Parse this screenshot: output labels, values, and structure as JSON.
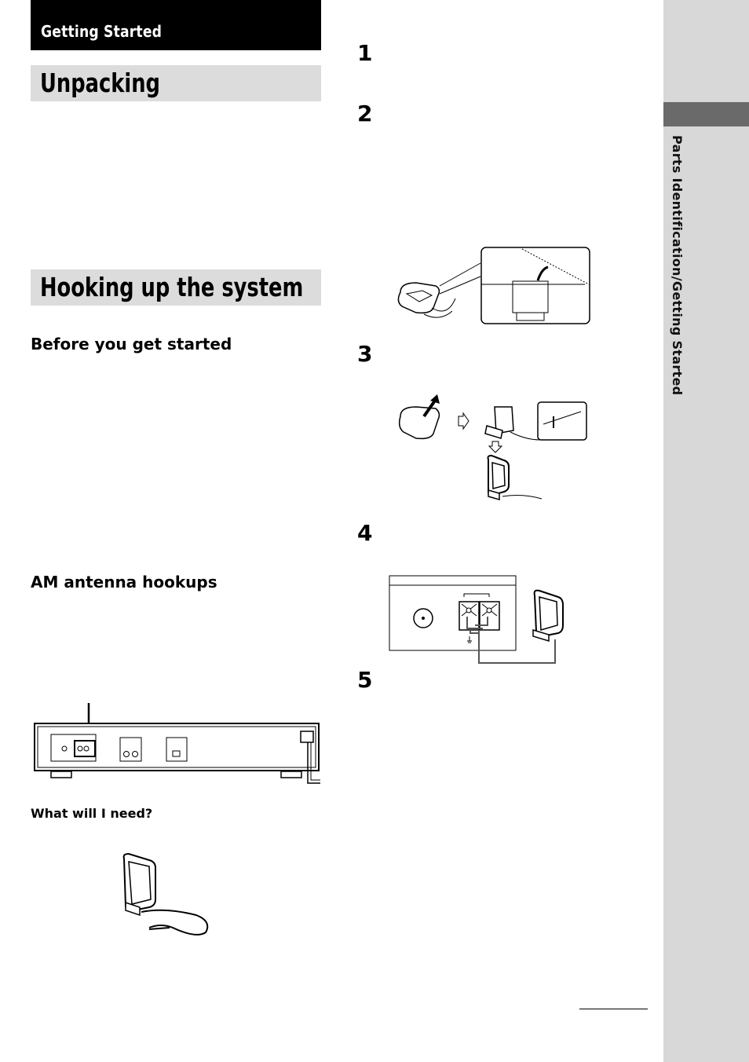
{
  "chapter": {
    "title": "Getting Started"
  },
  "sections": {
    "unpacking": "Unpacking",
    "hooking_up": "Hooking up the system"
  },
  "subsections": {
    "before_you_start": "Before you get started",
    "am_antenna": "AM antenna hookups",
    "what_need": "What will I need?"
  },
  "steps": [
    "1",
    "2",
    "3",
    "4",
    "5"
  ],
  "sidebar": {
    "tab_label": "Parts Identification/Getting Started"
  },
  "icons": {
    "loop_antenna": "am-loop-antenna-icon",
    "rear_panel": "rear-panel-illustration",
    "arrow": "outline-arrow-icon"
  }
}
